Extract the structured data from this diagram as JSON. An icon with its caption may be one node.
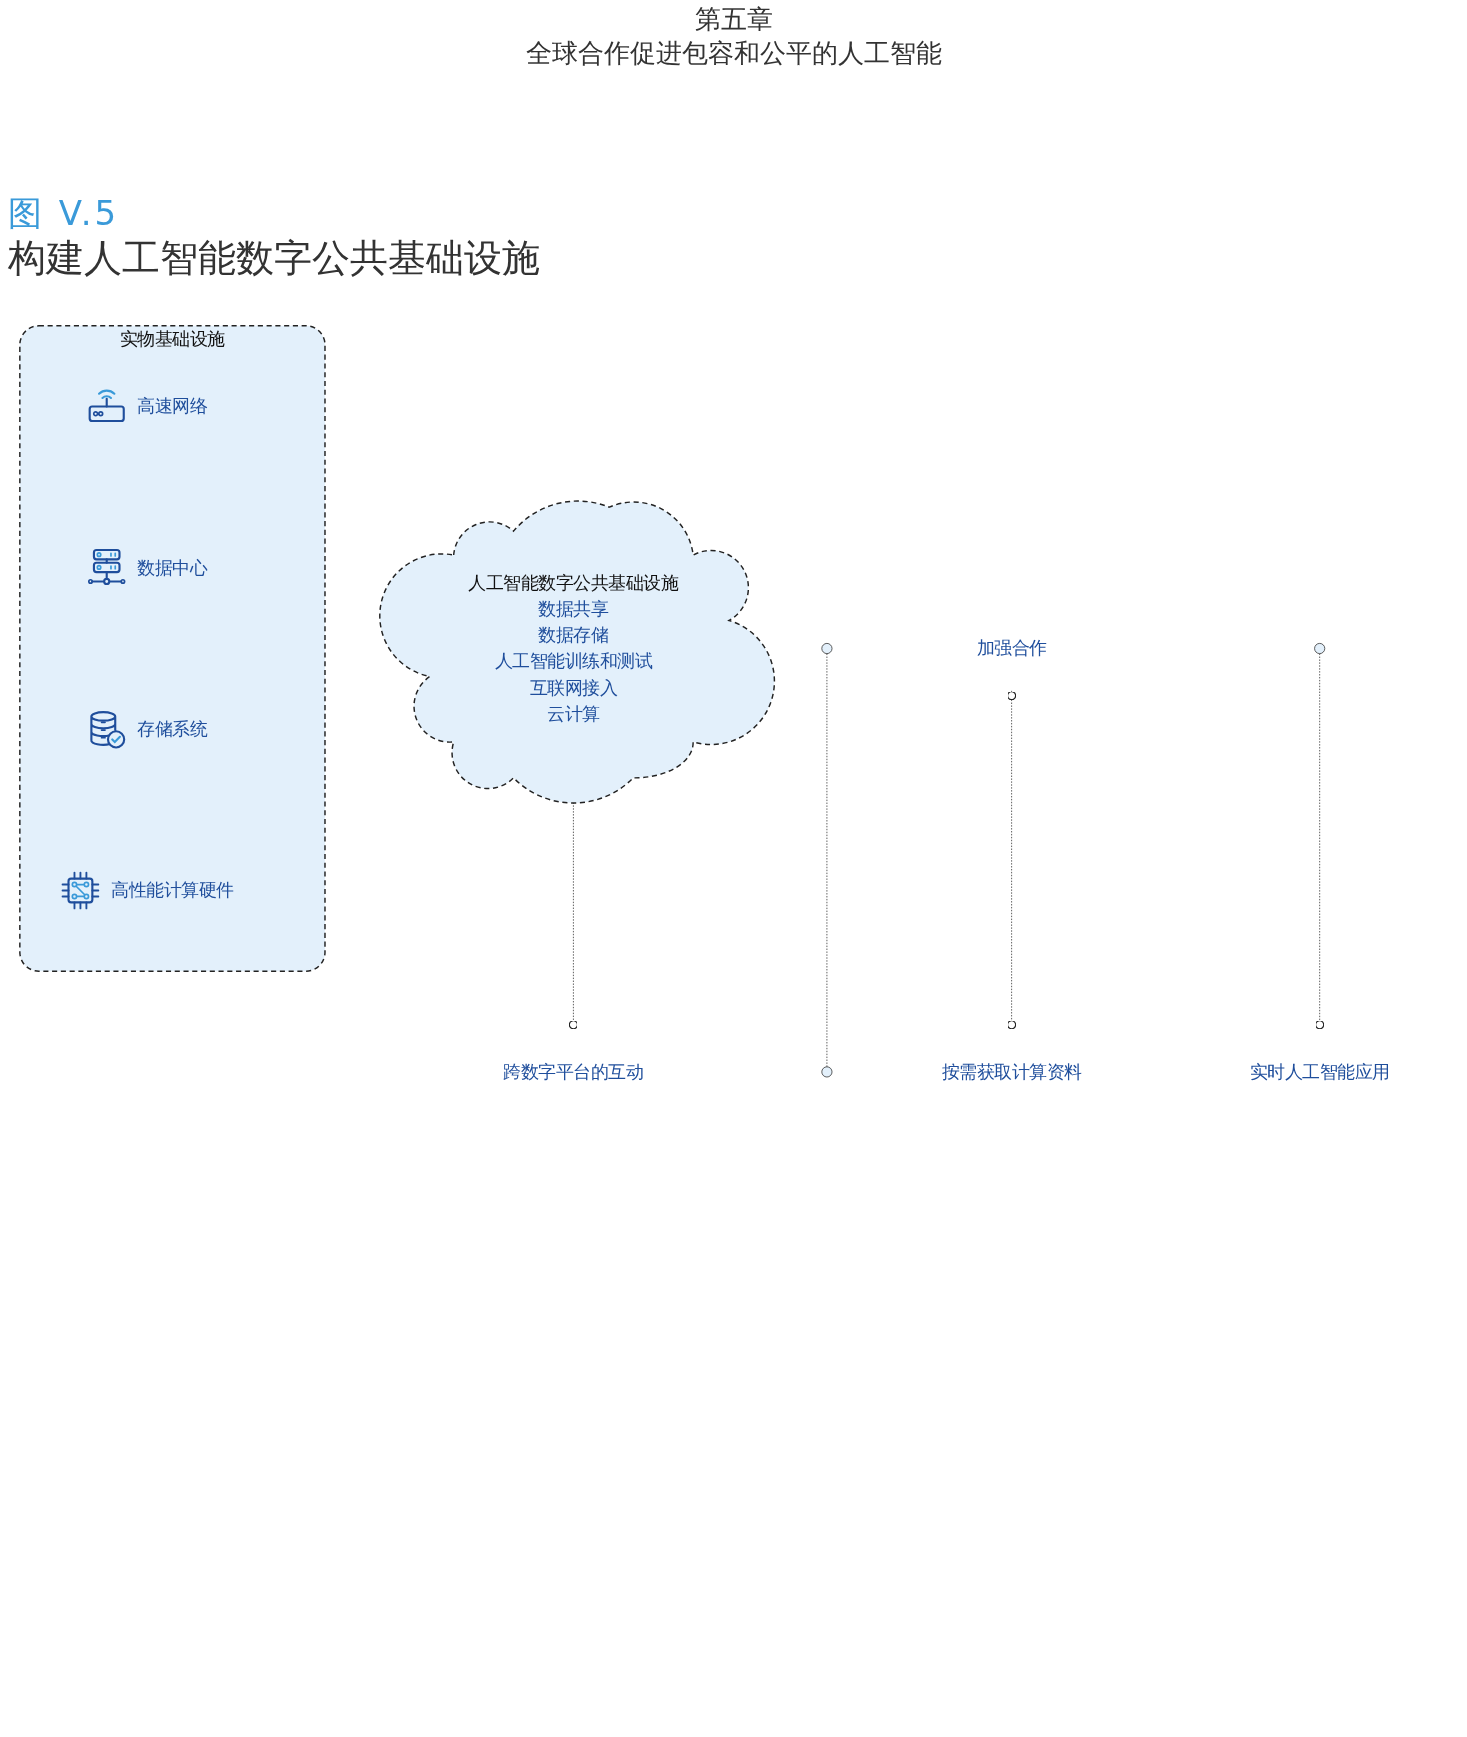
{
  "diagram": {
    "title": "构建人工智能数字公共基础设施",
    "nodes": [
      {
        "text": [
          "实物基础设施"
        ]
      },
      {
        "text": [
          "高速网络"
        ],
        "in": 0
      },
      {
        "text": [
          "数据中心"
        ],
        "in": 0
      },
      {
        "text": [
          "存储系统"
        ],
        "in": 0
      },
      {
        "text": [
          "高性能计算硬件"
        ],
        "in": 0
      },
      {
        "text": [
          "人工智能数字公共基础设施",
          "数据共享",
          "数据存储",
          "人工智能训练和测试",
          "互联网接入",
          "云计算"
        ]
      },
      {
        "text": [],
        "shape": "circle"
      },
      {
        "text": [
          "加强合作"
        ]
      },
      {
        "text": [],
        "shape": "circle"
      },
      {
        "text": [],
        "shape": "circle"
      },
      {
        "text": [
          "跨数字平台的互动"
        ]
      },
      {
        "text": [
          "实时人工智能应用"
        ]
      },
      {
        "text": [
          "按需获取计算资料"
        ]
      }
    ],
    "edges": [
      {
        "from": 5,
        "to": 10,
        "arrow": "other",
        "style": "dashed"
      },
      {
        "from": 7,
        "to": 12,
        "arrow": "other",
        "style": "dashed"
      },
      {
        "from": 8,
        "to": 11,
        "arrow": "other",
        "style": "dashed"
      },
      {
        "from": 6,
        "to": 9,
        "arrow": "none",
        "style": "dashed"
      }
    ],
    "labels": [
      "第五章",
      "全球合作促进包容和公平的人工智能",
      "图 V.5"
    ]
  }
}
